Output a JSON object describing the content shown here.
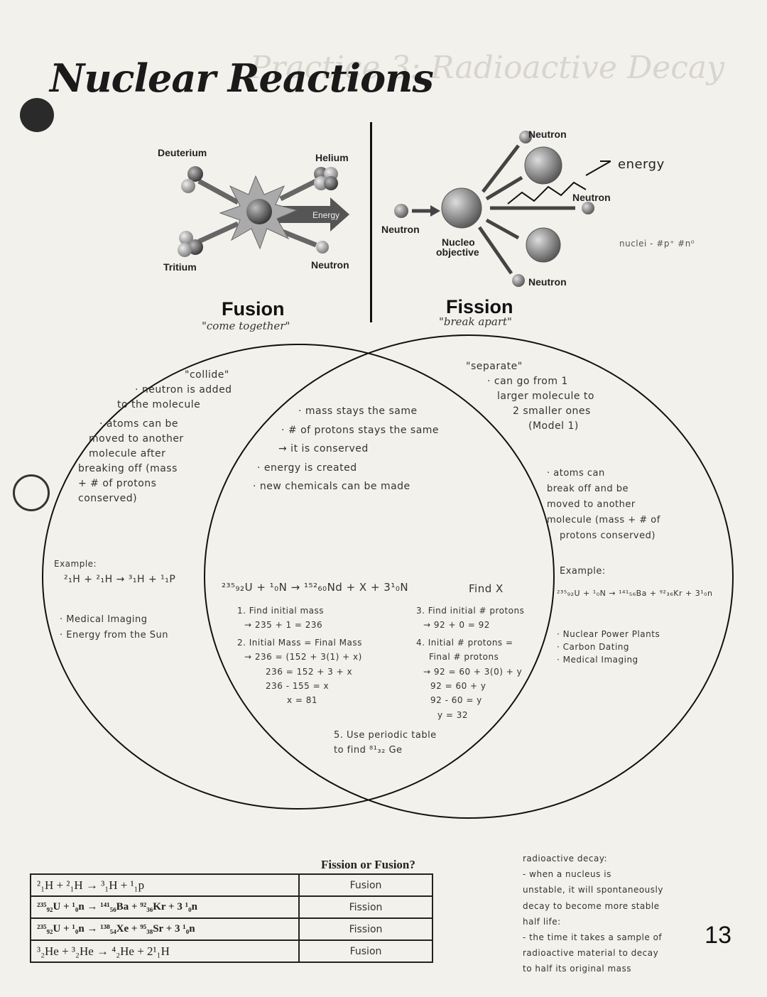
{
  "title": "Nuclear Reactions",
  "ghost_title": "Practice 3: Radioactive Decay",
  "fusion_diagram": {
    "labels": {
      "deuterium": "Deuterium",
      "tritium": "Tritium",
      "helium": "Helium",
      "energy": "Energy",
      "neutron": "Neutron"
    }
  },
  "fission_diagram": {
    "labels": {
      "neutron_in": "Neutron",
      "nucleo": "Nucleo",
      "objective": "objective",
      "neutron_top": "Neutron",
      "neutron_mid": "Neutron",
      "neutron_bottom": "Neutron",
      "energy": "energy"
    },
    "side_note": "nuclei - #p⁺ #n⁰"
  },
  "fusion": {
    "heading": "Fusion",
    "subheading": "\"come together\"",
    "notes": [
      "\"collide\"",
      "· neutron is added",
      "to the molecule",
      "· atoms can be",
      "moved to another",
      "molecule after",
      "breaking off (mass",
      "+ # of protons",
      "conserved)"
    ],
    "example_label": "Example:",
    "example_eq": "²₁H + ²₁H → ³₁H + ¹₁P",
    "uses": [
      "· Medical Imaging",
      "· Energy from the Sun"
    ]
  },
  "fission": {
    "heading": "Fission",
    "subheading": "\"break apart\"",
    "notes": [
      "\"separate\"",
      "· can go from 1",
      "larger molecule to",
      "2 smaller ones",
      "(Model 1)",
      "· atoms can",
      "break off and be",
      "moved to another",
      "molecule (mass + # of",
      "protons conserved)"
    ],
    "example_label": "Example:",
    "example_eq": "²³⁵₉₂U + ¹₀N → ¹⁴¹₅₆Ba + ⁹²₃₆Kr + 3¹₀n",
    "uses": [
      "· Nuclear Power Plants",
      "· Carbon Dating",
      "· Medical Imaging"
    ]
  },
  "both": {
    "notes": [
      "· mass stays the same",
      "· # of protons stays the same",
      "→ it is conserved",
      "· energy is created",
      "· new chemicals can be made"
    ],
    "problem_eq": "²³⁵₉₂U + ¹₀N → ¹⁵²₆₀Nd + X + 3¹₀N",
    "problem_find": "Find X",
    "steps_left": [
      "1. Find initial mass",
      "→ 235 + 1 = 236",
      "2. Initial Mass = Final Mass",
      "→ 236 = (152 + 3(1) + x)",
      "236 = 152 + 3 + x",
      "236 - 155 = x",
      "x = 81"
    ],
    "steps_right": [
      "3. Find initial # protons",
      "→ 92 + 0 = 92",
      "4. Initial # protons =",
      "Final # protons",
      "→ 92 = 60 + 3(0) + y",
      "92 = 60 + y",
      "92 - 60 = y",
      "y = 32"
    ],
    "step5": [
      "5. Use periodic table",
      "to find ⁸¹₃₂ Ge"
    ]
  },
  "table": {
    "header": "Fission or Fusion?",
    "rows": [
      {
        "eq": "²₁H + ²₁H → ³₁H + ¹₁p",
        "ans": "Fusion"
      },
      {
        "eq": "²³⁵₉₂U + ¹₀n → ¹⁴¹₅₆Ba + ⁹²₃₆Kr + 3 ¹₀n",
        "ans": "Fission"
      },
      {
        "eq": "²³⁵₉₂U + ¹₀n → ¹³⁸₅₄Xe + ⁹⁵₃₈Sr + 3 ¹₀n",
        "ans": "Fission"
      },
      {
        "eq": "³₂He + ³₂He → ⁴₂He + 2¹₁H",
        "ans": "Fusion"
      }
    ]
  },
  "side_notes": [
    "radioactive decay:",
    "- when a nucleus is",
    "unstable, it will spontaneously",
    "decay to become more stable",
    "half life:",
    "- the time it takes a sample of",
    "radioactive material to decay",
    "to half its original mass"
  ],
  "page_number": "13"
}
